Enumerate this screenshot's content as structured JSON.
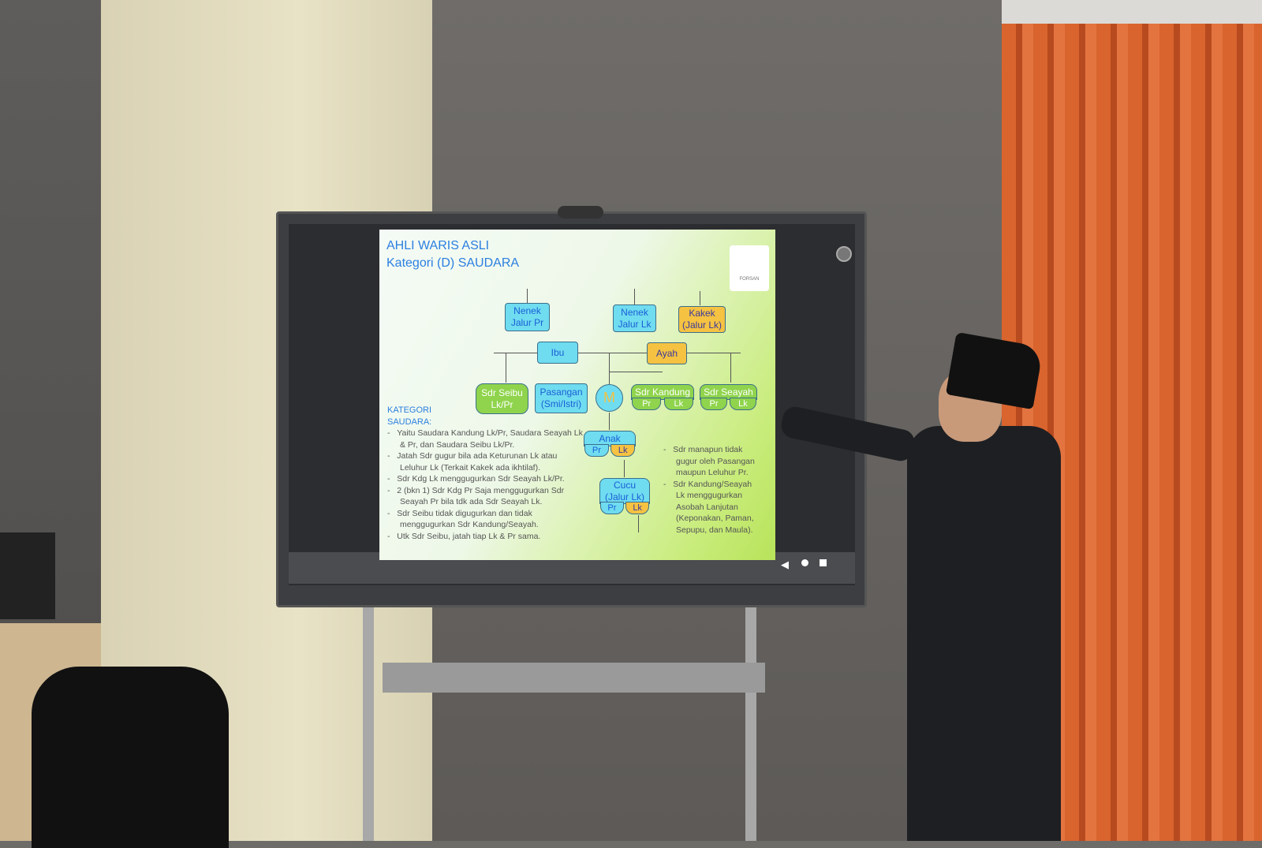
{
  "slide": {
    "title_line1": "AHLI WARIS ASLI",
    "title_line2": "Kategori (D) SAUDARA",
    "logo_text": "FORSAN",
    "nodes": {
      "nenek_pr": [
        "Nenek",
        "Jalur Pr"
      ],
      "nenek_lk": [
        "Nenek",
        "Jalur Lk"
      ],
      "kakek": [
        "Kakek",
        "(Jalur Lk)"
      ],
      "ibu": "Ibu",
      "ayah": "Ayah",
      "sdr_seibu": [
        "Sdr Seibu",
        "Lk/Pr"
      ],
      "pasangan": [
        "Pasangan",
        "(Smi/Istri)"
      ],
      "mayit": "M",
      "sdr_kandung": "Sdr Kandung",
      "sdr_seayah": "Sdr Seayah",
      "anak": "Anak",
      "cucu": [
        "Cucu",
        "(Jalur Lk)"
      ],
      "pr": "Pr",
      "lk": "Lk"
    },
    "kategori_heading": [
      "KATEGORI",
      "SAUDARA:"
    ],
    "bullets_left": [
      "Yaitu Saudara Kandung Lk/Pr, Saudara Seayah Lk & Pr, dan Saudara Seibu Lk/Pr.",
      "Jatah Sdr gugur bila ada Keturunan Lk atau Leluhur Lk (Terkait Kakek ada ikhtilaf).",
      "Sdr Kdg Lk menggugurkan Sdr Seayah Lk/Pr.",
      "2 (bkn 1) Sdr Kdg Pr Saja menggugurkan Sdr Seayah Pr bila tdk ada Sdr Seayah Lk.",
      "Sdr Seibu tidak digugurkan dan tidak menggugurkan Sdr Kandung/Seayah.",
      "Utk Sdr Seibu, jatah tiap Lk & Pr sama."
    ],
    "bullets_right": [
      "Sdr manapun tidak gugur oleh Pasangan maupun Leluhur Pr.",
      "Sdr Kandung/Seayah Lk menggugurkan Asobah Lanjutan (Keponakan, Paman, Sepupu, dan Maula)."
    ]
  },
  "colors": {
    "title": "#2b7fe0",
    "cyan_box": "#6fdcf0",
    "orange_box": "#f5c242",
    "green_box": "#8fd44c",
    "curtain": "#d9642e"
  },
  "icons": [
    "back-icon",
    "home-icon",
    "recents-icon",
    "menu-icon"
  ]
}
